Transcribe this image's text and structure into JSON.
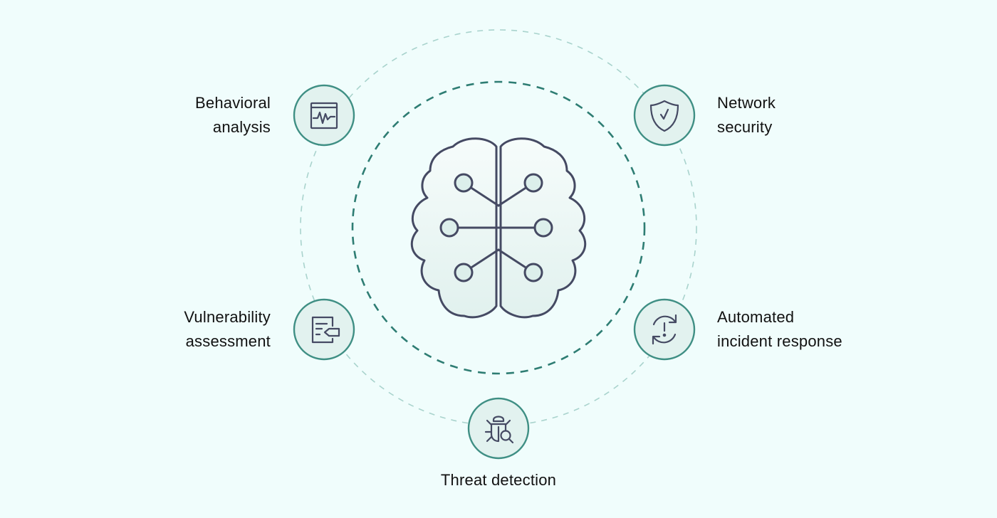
{
  "center": {
    "icon": "brain-circuit-icon"
  },
  "nodes": [
    {
      "id": "behavioral-analysis",
      "icon": "activity-monitor-icon",
      "label_lines": [
        "Behavioral",
        "analysis"
      ]
    },
    {
      "id": "network-security",
      "icon": "shield-check-icon",
      "label_lines": [
        "Network",
        "security"
      ]
    },
    {
      "id": "vulnerability-assessment",
      "icon": "document-edit-icon",
      "label_lines": [
        "Vulnerability",
        "assessment"
      ]
    },
    {
      "id": "automated-incident-response",
      "icon": "refresh-alert-icon",
      "label_lines": [
        "Automated",
        "incident response"
      ]
    },
    {
      "id": "threat-detection",
      "icon": "bug-search-icon",
      "label_lines": [
        "Threat detection"
      ]
    }
  ],
  "colors": {
    "background": "#f0fdfc",
    "inner_ring": "#2e7d73",
    "outer_ring": "#a9d3cd",
    "node_fill": "#e2f2ef",
    "node_border": "#3f8f84",
    "icon_stroke": "#454a63",
    "text": "#111111"
  }
}
